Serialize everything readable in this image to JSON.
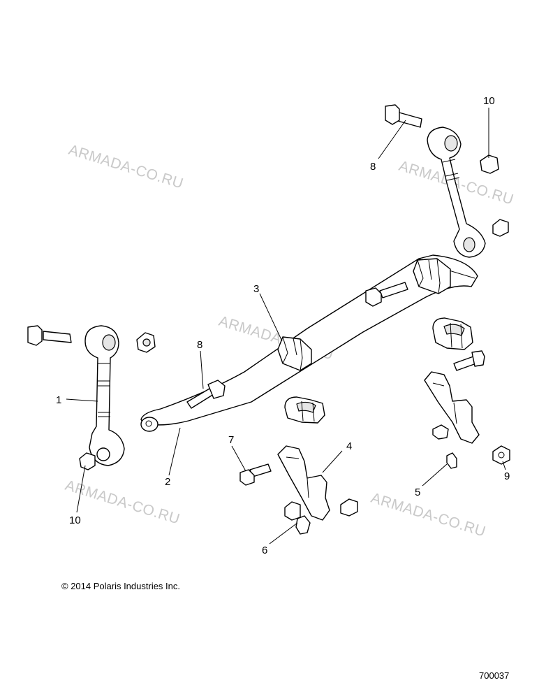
{
  "callouts": {
    "c1": "1",
    "c2": "2",
    "c3": "3",
    "c4": "4",
    "c5": "5",
    "c6": "6",
    "c7": "7",
    "c8a": "8",
    "c8b": "8",
    "c9": "9",
    "c10a": "10",
    "c10b": "10"
  },
  "watermarks": {
    "w1": "ARMADA-CO.RU",
    "w2": "ARMADA-CO.RU",
    "w3": "ARMADA-CO.RU",
    "w4": "ARMADA-CO.RU",
    "w5": "ARMADA-CO.RU"
  },
  "footer": {
    "copyright": "© 2014 Polaris Industries Inc.",
    "diagram_number": "700037"
  }
}
